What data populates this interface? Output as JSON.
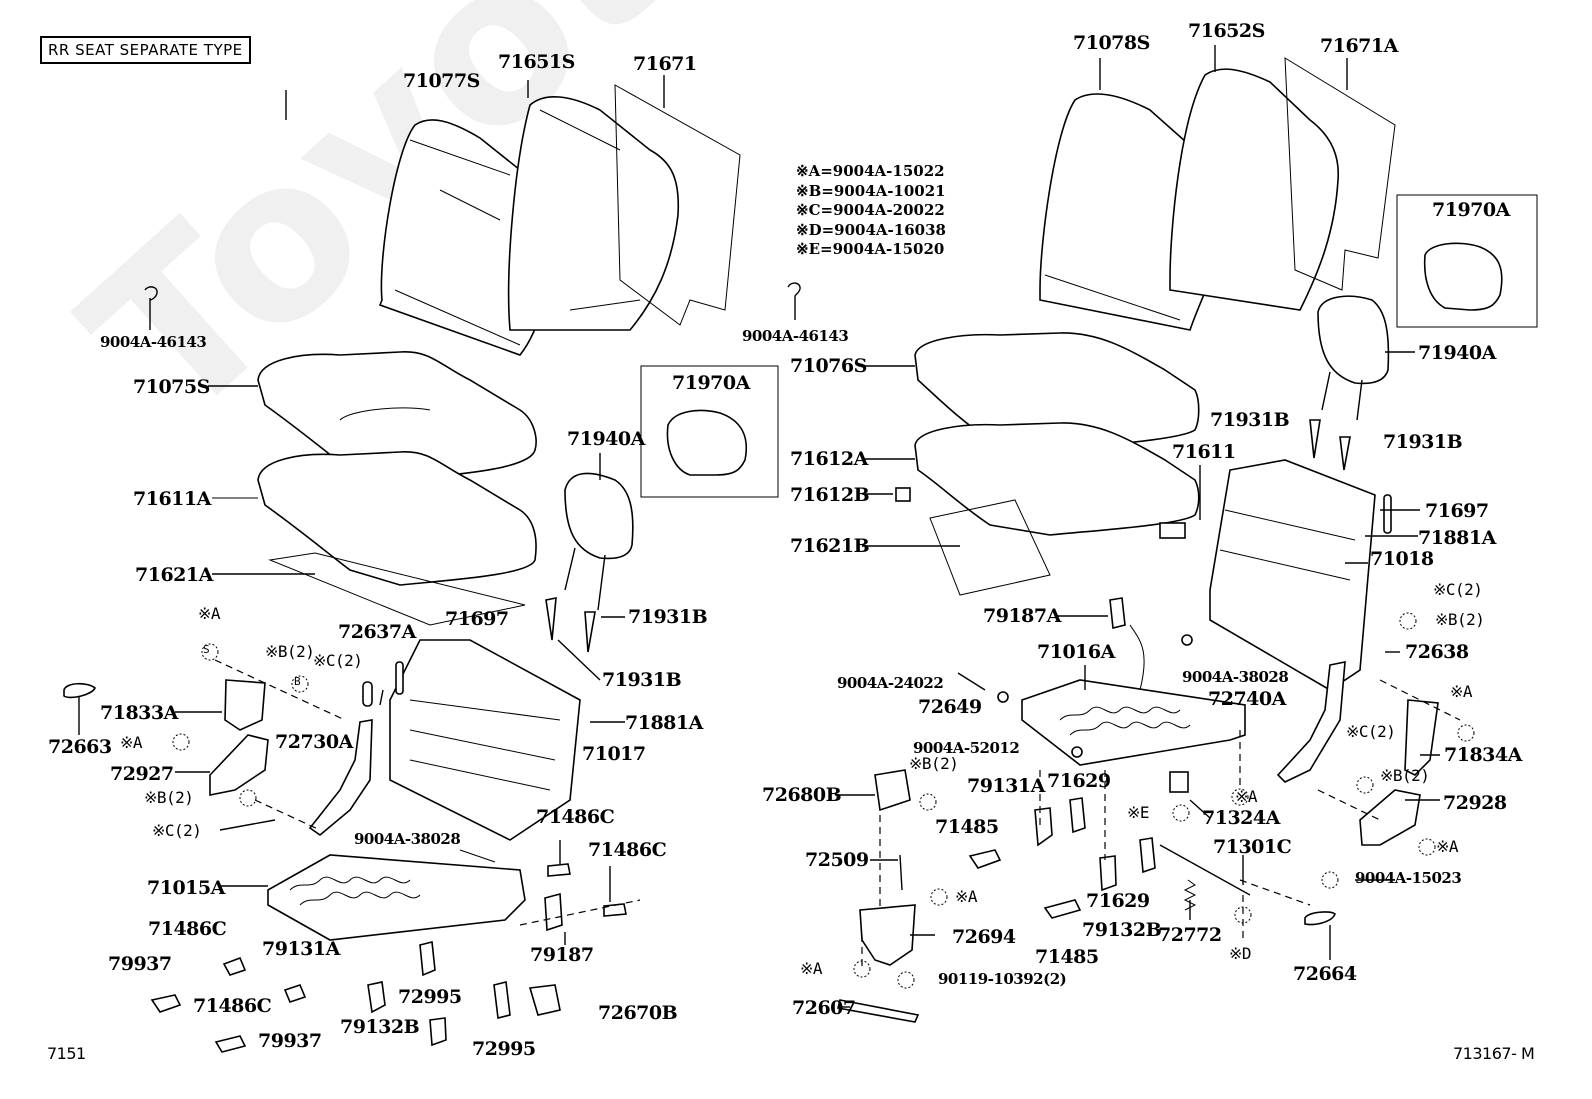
{
  "diagram": {
    "variant_label": "RR SEAT SEPARATE TYPE",
    "page_code_left": "7151",
    "page_code_right": "713167- M",
    "watermark": "ToyotaCamry.ru"
  },
  "legend": [
    {
      "key": "※A",
      "part": "9004A-15022",
      "text": "※A=9004A-15022"
    },
    {
      "key": "※B",
      "part": "9004A-10021",
      "text": "※B=9004A-10021"
    },
    {
      "key": "※C",
      "part": "9004A-20022",
      "text": "※C=9004A-20022"
    },
    {
      "key": "※D",
      "part": "9004A-16038",
      "text": "※D=9004A-16038"
    },
    {
      "key": "※E",
      "part": "9004A-15020",
      "text": "※E=9004A-15020"
    }
  ],
  "left_assembly": {
    "labels": {
      "p71077S": "71077S",
      "p71651S": "71651S",
      "p71671": "71671",
      "p9004A46143": "9004A-46143",
      "p71075S": "71075S",
      "p71611A": "71611A",
      "p71621A": "71621A",
      "p71940A": "71940A",
      "p71970A": "71970A",
      "p71931B_1": "71931B",
      "p71931B_2": "71931B",
      "p71697": "71697",
      "p72637A": "72637A",
      "p71881A": "71881A",
      "p71017": "71017",
      "p71833A": "71833A",
      "p72663": "72663",
      "p72927": "72927",
      "p72730A": "72730A",
      "p9004A38028": "9004A-38028",
      "p71486C_1": "71486C",
      "p71486C_2": "71486C",
      "p71486C_3": "71486C",
      "p71486C_4": "71486C",
      "p71015A": "71015A",
      "p79187": "79187",
      "p79937_1": "79937",
      "p79937_2": "79937",
      "p79131A": "79131A",
      "p79132B": "79132B",
      "p72995_1": "72995",
      "p72995_2": "72995",
      "p72670B": "72670B",
      "noteA_1": "※A",
      "noteA_2": "※A",
      "noteB_1": "※B(2)",
      "noteB_2": "※B(2)",
      "noteC_1": "※C(2)",
      "noteC_2": "※C(2)"
    }
  },
  "right_assembly": {
    "labels": {
      "p71078S": "71078S",
      "p71652S": "71652S",
      "p71671A": "71671A",
      "p71970A": "71970A",
      "p9004A46143": "9004A-46143",
      "p71076S": "71076S",
      "p71940A": "71940A",
      "p71931B_1": "71931B",
      "p71931B_2": "71931B",
      "p71612A": "71612A",
      "p71611": "71611",
      "p71612B": "71612B",
      "p71697": "71697",
      "p71621B": "71621B",
      "p71881A": "71881A",
      "p71018": "71018",
      "p79187A": "79187A",
      "p71016A": "71016A",
      "p9004A24022": "9004A-24022",
      "p72649": "72649",
      "p9004A38028": "9004A-38028",
      "p72638": "72638",
      "p72740A": "72740A",
      "p71834A": "71834A",
      "p9004A52012": "9004A-52012",
      "p72680B": "72680B",
      "p79131A": "79131A",
      "p71629_1": "71629",
      "p71629_2": "71629",
      "p71324A": "71324A",
      "p72928": "72928",
      "p71485_1": "71485",
      "p71485_2": "71485",
      "p71301C": "71301C",
      "p72509": "72509",
      "p9004A15023": "9004A-15023",
      "p72694": "72694",
      "p79132B": "79132B",
      "p72772": "72772",
      "p72664": "72664",
      "p90119": "90119-10392(2)",
      "p72607": "72607",
      "noteA_1": "※A",
      "noteA_2": "※A",
      "noteA_3": "※A",
      "noteA_4": "※A",
      "noteA_5": "※A",
      "noteB_1": "※B(2)",
      "noteB_2": "※B(2)",
      "noteB_3": "※B(2)",
      "noteC_1": "※C(2)",
      "noteC_2": "※C(2)",
      "noteD": "※D",
      "noteE": "※E"
    }
  },
  "symbols": {
    "screw": "S",
    "bolt": "B"
  }
}
